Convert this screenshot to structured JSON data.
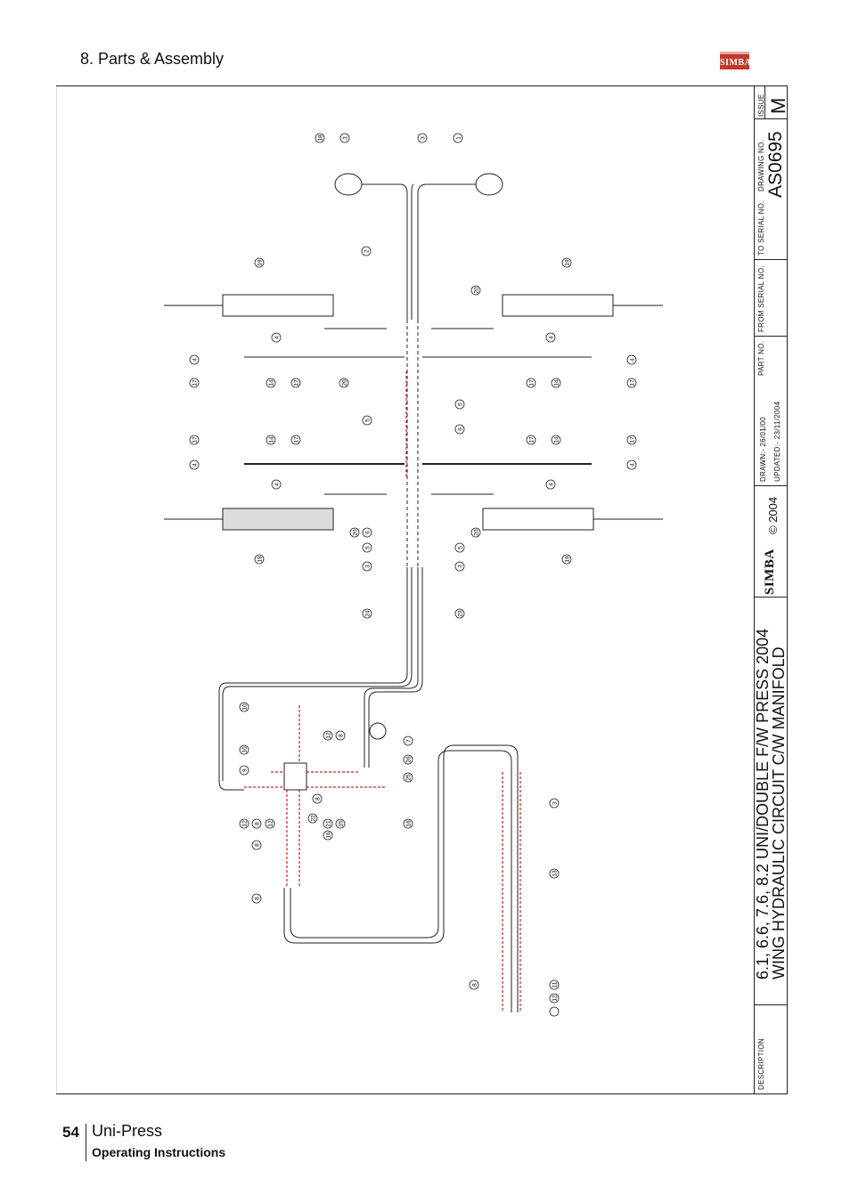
{
  "header": {
    "section_title": "8. Parts & Assembly",
    "logo_text": "SIMBA"
  },
  "drawing": {
    "title_line1": "6.1, 6.6, 7.6, 8.2 UNI/DOUBLE F/W PRESS 2004",
    "title_line2": "WING HYDRAULIC CIRCUIT C/W MANIFOLD",
    "description_label": "DESCRIPTION",
    "copyright": "© 2004",
    "logo_text": "SIMBA",
    "drawn": "DRAWN:-  26/01/00",
    "updated": "UPDATED:-  23/11/2004",
    "part_no_label": "PART NO.",
    "from_serial_label": "FROM SERIAL NO.",
    "to_serial_label": "TO SERIAL NO.",
    "drawing_no_label": "DRAWING NO.",
    "drawing_no": "AS0695",
    "issue_label": "ISSUE",
    "issue": "M",
    "callouts": [
      "18",
      "3",
      "3",
      "1",
      "2",
      "19",
      "19",
      "20",
      "4",
      "4",
      "4",
      "4",
      "17",
      "14",
      "17",
      "20",
      "17",
      "14",
      "17",
      "5",
      "5",
      "6",
      "17",
      "14",
      "17",
      "17",
      "14",
      "17",
      "4",
      "4",
      "4",
      "4",
      "20",
      "6",
      "20",
      "19",
      "19",
      "5",
      "5",
      "3",
      "3",
      "24",
      "23",
      "10",
      "10",
      "9",
      "12",
      "8",
      "7",
      "26",
      "25",
      "12",
      "8",
      "12",
      "8",
      "22",
      "21",
      "15",
      "16",
      "8",
      "16",
      "3",
      "13",
      "8",
      "8",
      "11",
      "12"
    ]
  },
  "footer": {
    "page_number": "54",
    "product": "Uni-Press",
    "subtitle": "Operating Instructions"
  },
  "colors": {
    "brand_red": "#c0392b",
    "circuit_red": "#d32020",
    "line": "#222222"
  }
}
